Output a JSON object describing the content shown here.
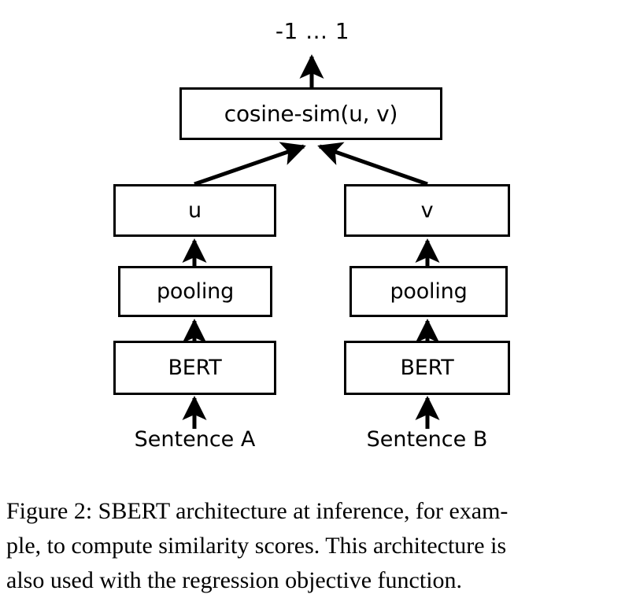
{
  "figure": {
    "output_label": "-1 ... 1",
    "nodes": {
      "cosine_sim": "cosine-sim(u, v)",
      "vector_u": "u",
      "vector_v": "v",
      "pooling_a": "pooling",
      "pooling_b": "pooling",
      "bert_a": "BERT",
      "bert_b": "BERT",
      "sentence_a": "Sentence A",
      "sentence_b": "Sentence B"
    },
    "colors": {
      "stroke": "#000000",
      "fill": "#ffffff",
      "text": "#000000"
    }
  },
  "caption": {
    "line1": "Figure 2:  SBERT architecture at inference, for exam-",
    "line2": "ple, to compute similarity scores.  This architecture is",
    "line3": "also used with the regression objective function."
  }
}
